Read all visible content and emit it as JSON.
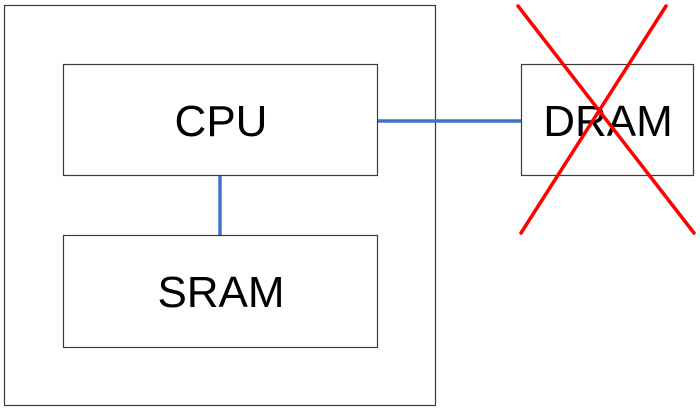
{
  "diagram": {
    "nodes": {
      "cpu": {
        "label": "CPU"
      },
      "sram": {
        "label": "SRAM"
      },
      "dram": {
        "label": "DRAM",
        "crossed_out": true
      }
    },
    "edges": [
      {
        "from": "cpu",
        "to": "sram"
      },
      {
        "from": "cpu",
        "to": "dram"
      }
    ],
    "colors": {
      "box_border": "#3a3a3a",
      "connector": "#4472c4",
      "cross": "#ff0000",
      "text": "#000000"
    }
  }
}
